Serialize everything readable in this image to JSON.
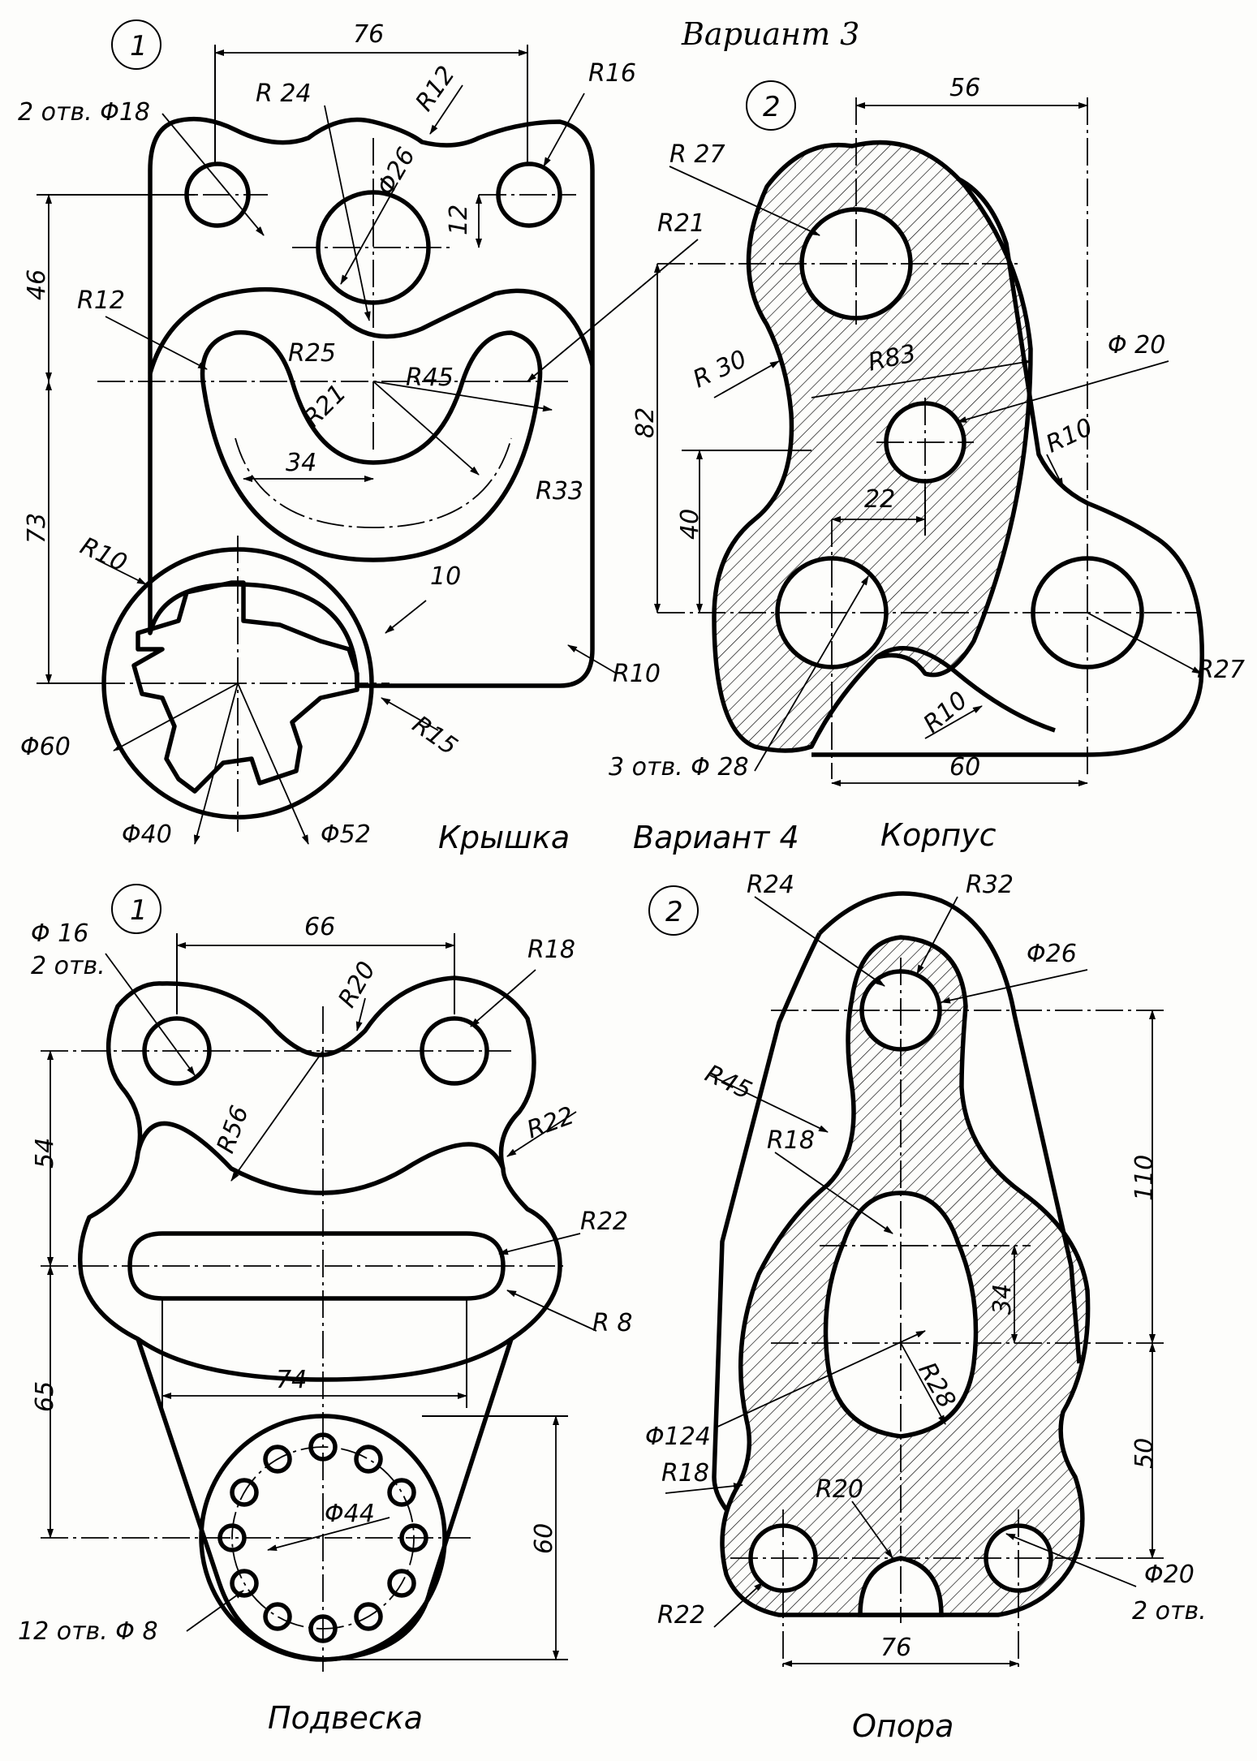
{
  "header": {
    "variant3": "Вариант 3",
    "variant4": "Вариант 4"
  },
  "captions": {
    "kryshka": "Крышка",
    "korpus": "Корпус",
    "podveska": "Подвеска",
    "opora": "Опора"
  },
  "marks": {
    "d1a": "1",
    "d2a": "2",
    "d1b": "1",
    "d2b": "2"
  },
  "kryshka": {
    "d76": "76",
    "holes2": "2 отв. Φ18",
    "r24": "R 24",
    "r12top": "R12",
    "r16": "R16",
    "d26": "Φ26",
    "d12": "12",
    "d46": "46",
    "r12": "R12",
    "r25": "R25",
    "r21a": "R21",
    "r45": "R45",
    "r21b": "R21",
    "d34": "34",
    "r33": "R33",
    "d73": "73",
    "r10a": "R10",
    "d10": "10",
    "r10b": "R10",
    "r15": "R15",
    "d60": "Φ60",
    "d40": "Φ40",
    "d52": "Φ52"
  },
  "korpus": {
    "d56": "56",
    "r27top": "R 27",
    "r83": "R83",
    "r30": "R 30",
    "d20": "Φ 20",
    "d82": "82",
    "d40": "40",
    "d22": "22",
    "r10a": "R10",
    "holes3": "3 отв. Φ 28",
    "r10b": "R10",
    "r27": "R27",
    "d60": "60"
  },
  "podveska": {
    "d16": "Φ 16",
    "holes2": "2 отв.",
    "d66": "66",
    "r20": "R20",
    "r18": "R18",
    "d54": "54",
    "r56": "R56",
    "r22a": "R22",
    "r22b": "R22",
    "r8": "R 8",
    "d74": "74",
    "d65": "65",
    "d44": "Φ44",
    "d60": "60",
    "holes12": "12 отв. Φ 8"
  },
  "opora": {
    "r24": "R24",
    "r32": "R32",
    "d26": "Φ26",
    "r45": "R45",
    "r18top": "R18",
    "d110": "110",
    "d34": "34",
    "r28": "R28",
    "d124": "Φ124",
    "r18": "R18",
    "d50": "50",
    "r20": "R20",
    "r22": "R22",
    "d20": "Φ20",
    "holes2": "2 отв.",
    "d76": "76"
  }
}
